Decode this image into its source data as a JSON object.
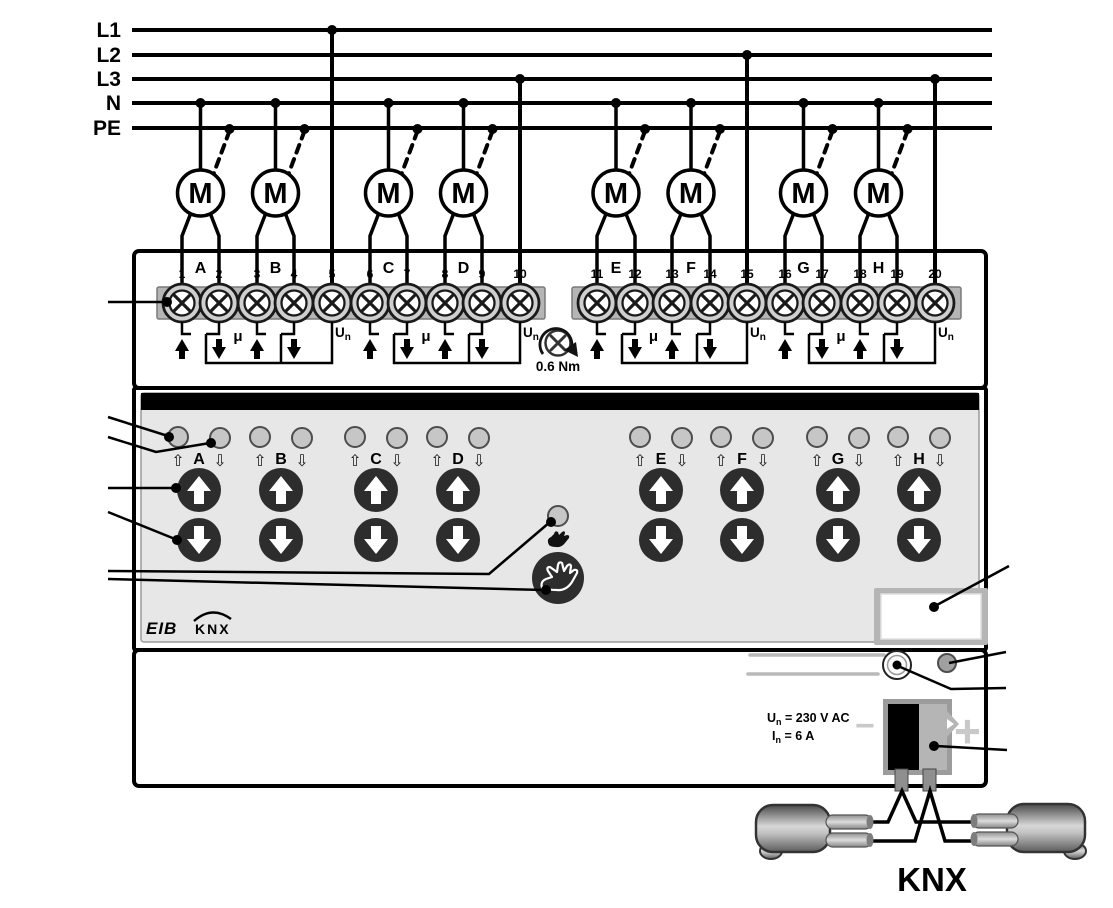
{
  "power_lines": {
    "labels": [
      "L1",
      "L2",
      "L3",
      "N",
      "PE"
    ]
  },
  "motor": {
    "label": "M"
  },
  "terminals": {
    "numbers": [
      "1",
      "2",
      "3",
      "4",
      "5",
      "6",
      "7",
      "8",
      "9",
      "10",
      "11",
      "12",
      "13",
      "14",
      "15",
      "16",
      "17",
      "18",
      "19",
      "20"
    ],
    "mu_label": "μ",
    "un_label": {
      "base": "U",
      "sub": "n"
    }
  },
  "channels": [
    "A",
    "B",
    "C",
    "D",
    "E",
    "F",
    "G",
    "H"
  ],
  "torque": {
    "label": "0.6 Nm"
  },
  "panel": {
    "up_glyph": "⇧",
    "down_glyph": "⇩",
    "eib_logo": "EIB",
    "knx_logo": "KNX"
  },
  "bottom": {
    "rating_line1": {
      "base": "U",
      "sub": "n",
      "rest": " = 230 V AC"
    },
    "rating_line2": {
      "base": "I",
      "sub": "n",
      "rest": " = 6 A"
    },
    "minus_label": "−",
    "plus_label": "+",
    "bus_label": "KNX"
  }
}
